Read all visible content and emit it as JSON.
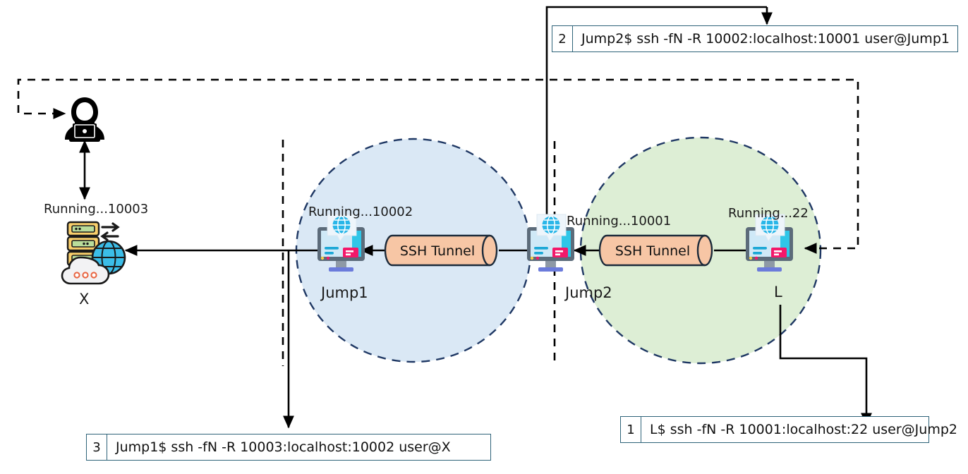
{
  "diagram": {
    "title": "SSH reverse tunnel chain diagram",
    "zones": [
      {
        "id": "jump1-zone",
        "label": "Jump1",
        "fill": "#dae8f5",
        "stroke": "#1f3864"
      },
      {
        "id": "jump2-zone",
        "label": "Jump2",
        "fill": "#ddeed5",
        "stroke": "#1f3864"
      }
    ],
    "nodes": [
      {
        "id": "attacker",
        "icon": "hacker-person-icon",
        "label": ""
      },
      {
        "id": "x-server",
        "icon": "cloud-server-icon",
        "label": "X",
        "running": "Running...10003"
      },
      {
        "id": "jump1",
        "icon": "monitor-globe-icon",
        "label": "Jump1",
        "running": "Running...10002"
      },
      {
        "id": "jump2",
        "icon": "monitor-globe-icon",
        "label": "Jump2",
        "running": "Running...10001"
      },
      {
        "id": "l-host",
        "icon": "monitor-globe-icon",
        "label": "L",
        "running": "Running...22"
      }
    ],
    "tunnels": [
      {
        "id": "tunnel-jump1",
        "label": "SSH Tunnel",
        "fill": "#f7c6a5",
        "stroke": "#1b2a3a"
      },
      {
        "id": "tunnel-jump2",
        "label": "SSH Tunnel",
        "fill": "#f7c6a5",
        "stroke": "#1b2a3a"
      }
    ],
    "commands": [
      {
        "num": "1",
        "text": "L$ ssh -fN -R 10001:localhost:22 user@Jump2"
      },
      {
        "num": "2",
        "text": "Jump2$ ssh -fN -R 10002:localhost:10001 user@Jump1"
      },
      {
        "num": "3",
        "text": "Jump1$ ssh -fN -R 10003:localhost:10002 user@X"
      }
    ],
    "colors": {
      "box_border": "#2e6379",
      "line": "#000000",
      "zone_blue": "#dae8f5",
      "zone_green": "#ddeed5",
      "tunnel": "#f7c6a5"
    }
  }
}
